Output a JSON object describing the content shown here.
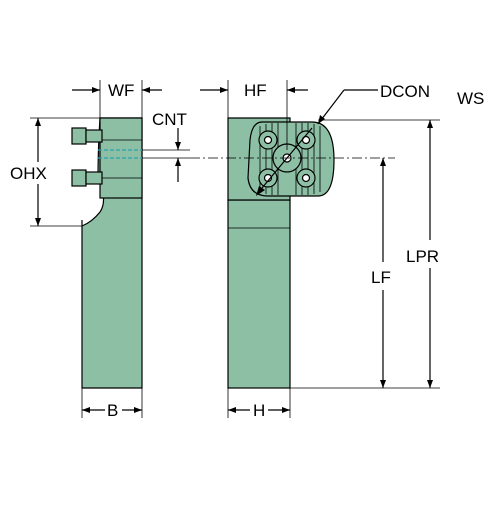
{
  "labels": {
    "wf": "WF",
    "cnt": "CNT",
    "ohx": "OHX",
    "b": "B",
    "hf": "HF",
    "dcon": "DCON",
    "dcon_sub": "WS",
    "lpr": "LPR",
    "lf": "LF",
    "h": "H"
  },
  "colors": {
    "body": "#8dbfa5",
    "body_dark": "#6a9a84",
    "lines": "#000000",
    "coolant": "#2aa0b0"
  }
}
